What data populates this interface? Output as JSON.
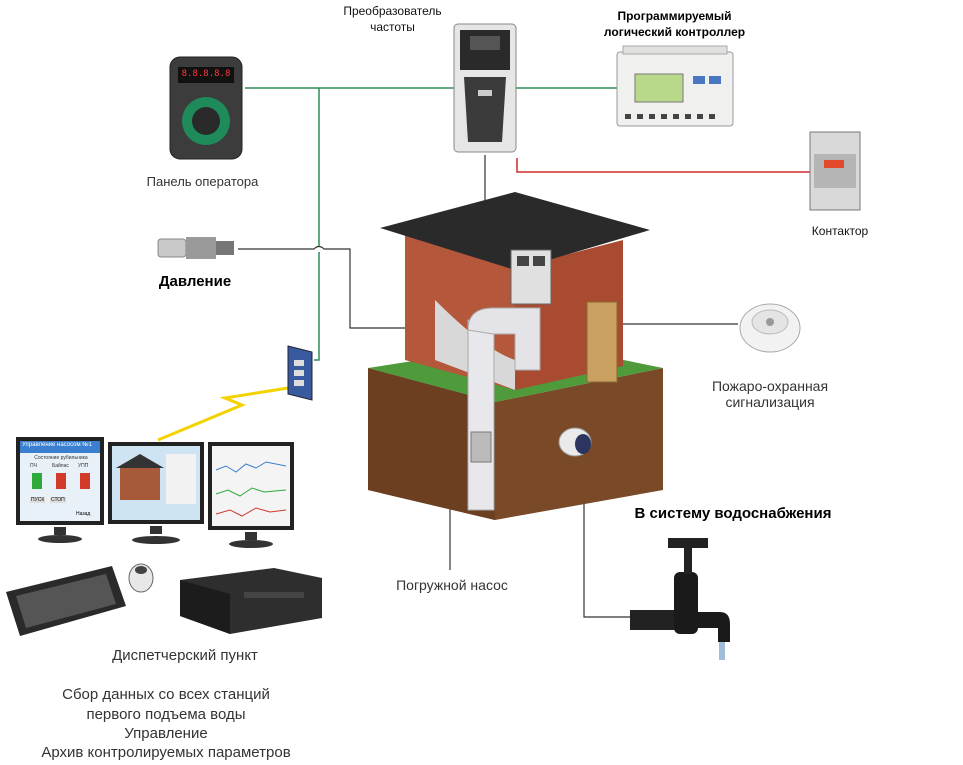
{
  "labels": {
    "vfd": "Преобразователь\nчастоты",
    "plc": "Программируемый\nлогический контроллер",
    "operator_panel": "Панель оператора",
    "contactor": "Контактор",
    "pressure": "Давление",
    "fire_alarm": "Пожаро-охранная\nсигнализация",
    "water_supply": "В систему водоснабжения",
    "pump": "Погружной насос",
    "dispatch": "Диспетчерский пункт",
    "dispatch_functions": [
      "Сбор данных со всех станций",
      "первого подъема воды",
      "Управление",
      "Архив контролируемых параметров"
    ]
  },
  "screens": {
    "left_title": "Управление насосом №1",
    "left_sub": "Состояние рубильника",
    "left_cols": [
      "ПЧ",
      "Байпас",
      "УПП"
    ],
    "left_btns": [
      "ПУСК",
      "СТОП"
    ],
    "left_back": "Назад"
  },
  "devices": {
    "operator_panel_display": "8.8.8.8.8"
  },
  "colors": {
    "green_bus": "#2e8b57",
    "red_power": "#d22b2b",
    "signal_line": "#333333"
  }
}
